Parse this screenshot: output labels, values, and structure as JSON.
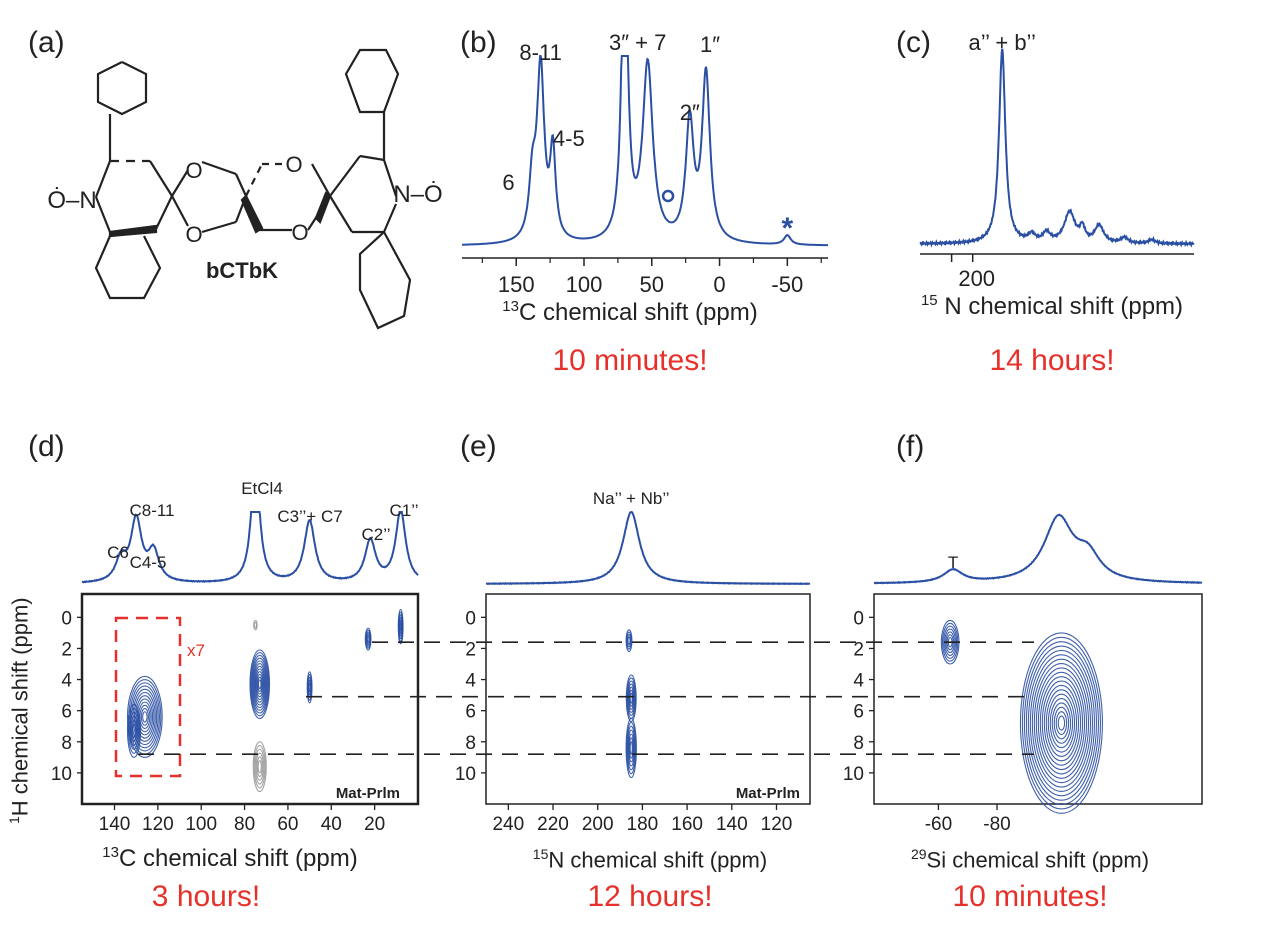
{
  "colors": {
    "trace": "#2a4fa3",
    "red": "#e8302b",
    "black": "#222222",
    "gray": "#9a9a9a"
  },
  "panels": {
    "a": {
      "label": "(a)",
      "compound": "bCTbK",
      "radical_left": "Ȯ–N",
      "radical_right": "N–Ȯ",
      "ring_o": "O"
    },
    "b": {
      "label": "(b)",
      "axis_title": "13C chemical shift (ppm)",
      "axis_sup": "13",
      "axis_rest": "C chemical shift (ppm)",
      "time": "10 minutes!"
    },
    "c": {
      "label": "(c)",
      "axis_sup": "15",
      "axis_rest": " N chemical shift (ppm)",
      "time": "14 hours!"
    },
    "d": {
      "label": "(d)",
      "x_sup": "13",
      "x_rest": "C chemical shift (ppm)",
      "y_sup": "1",
      "y_rest": "H chemical shift (ppm)",
      "time": "3 hours!",
      "sample": "Mat-Prlm",
      "scale": "x7"
    },
    "e": {
      "label": "(e)",
      "x_sup": "15",
      "x_rest": "N chemical shift (ppm)",
      "time": "12 hours!",
      "sample": "Mat-Prlm"
    },
    "f": {
      "label": "(f)",
      "x_sup": "29",
      "x_rest": "Si chemical shift (ppm)",
      "time": "10 minutes!"
    }
  },
  "chart_data": [
    {
      "panel": "b",
      "type": "line",
      "xlabel": "13C chemical shift (ppm)",
      "xlim": [
        190,
        -80
      ],
      "xticks": [
        150,
        100,
        50,
        0,
        -50
      ],
      "peaks": [
        {
          "x": 132,
          "height": 0.91,
          "width": 3.2,
          "label": "8-11"
        },
        {
          "x": 123,
          "height": 0.46,
          "width": 2.5,
          "label": "4-5"
        },
        {
          "x": 138,
          "height": 0.3,
          "width": 3,
          "label": "6"
        },
        {
          "x": 70,
          "height": 1.8,
          "width": 2.5,
          "label": ""
        },
        {
          "x": 53,
          "height": 0.93,
          "width": 4.5,
          "label": "3″ + 7"
        },
        {
          "x": 22,
          "height": 0.62,
          "width": 3.5,
          "label": "2″"
        },
        {
          "x": 10,
          "height": 0.88,
          "width": 3.5,
          "label": "1″"
        },
        {
          "x": -50,
          "height": 0.05,
          "width": 3,
          "label": "*"
        }
      ],
      "marks": [
        {
          "x": 38,
          "symbol": "o"
        },
        {
          "x": -50,
          "symbol": "*"
        }
      ]
    },
    {
      "panel": "c",
      "type": "line",
      "xlabel": "15N chemical shift (ppm)",
      "xticks": [
        200
      ],
      "peaks": [
        {
          "x": 186,
          "height": 1.0,
          "width": 1.8,
          "label": "a’’ + b’’"
        },
        {
          "x": 154,
          "height": 0.16,
          "width": 3,
          "label": ""
        },
        {
          "x": 140,
          "height": 0.09,
          "width": 2.5,
          "label": ""
        }
      ]
    },
    {
      "panel": "d",
      "type": "heatmap",
      "xlabel": "13C chemical shift (ppm)",
      "ylabel": "1H chemical shift (ppm)",
      "xlim": [
        155,
        0
      ],
      "ylim": [
        -1.5,
        12
      ],
      "xticks": [
        140,
        120,
        100,
        80,
        60,
        40,
        20
      ],
      "yticks": [
        0,
        2,
        4,
        6,
        8,
        10
      ],
      "projection_peaks": [
        {
          "x": 137,
          "height": 0.22,
          "width": 3,
          "label": "C6"
        },
        {
          "x": 130,
          "height": 0.62,
          "width": 3,
          "label": "C8-11"
        },
        {
          "x": 122,
          "height": 0.3,
          "width": 3,
          "label": "C4-5"
        },
        {
          "x": 75,
          "height": 1.3,
          "width": 2.2,
          "label": "EtCl4"
        },
        {
          "x": 50,
          "height": 0.62,
          "width": 3,
          "label": "C3’’+ C7"
        },
        {
          "x": 22,
          "height": 0.42,
          "width": 3,
          "label": "C2’’"
        },
        {
          "x": 8,
          "height": 0.72,
          "width": 2.8,
          "label": "C1’’"
        }
      ],
      "contours": [
        {
          "x": 126,
          "y": 6.4,
          "rx": 8,
          "ry": 2.6,
          "color": "trace",
          "rings": 12
        },
        {
          "x": 131,
          "y": 7.3,
          "rx": 3,
          "ry": 1.7,
          "color": "trace",
          "rings": 6
        },
        {
          "x": 73,
          "y": 4.3,
          "rx": 4.5,
          "ry": 2.2,
          "color": "trace",
          "rings": 12
        },
        {
          "x": 50,
          "y": 4.5,
          "rx": 1.1,
          "ry": 1.0,
          "color": "trace",
          "rings": 5
        },
        {
          "x": 23,
          "y": 1.4,
          "rx": 1.3,
          "ry": 0.7,
          "color": "trace",
          "rings": 5
        },
        {
          "x": 8,
          "y": 0.6,
          "rx": 1.1,
          "ry": 1.1,
          "color": "trace",
          "rings": 6
        },
        {
          "x": 73,
          "y": 9.6,
          "rx": 3,
          "ry": 1.6,
          "color": "gray",
          "rings": 6
        },
        {
          "x": 75,
          "y": 0.5,
          "rx": 0.8,
          "ry": 0.3,
          "color": "gray",
          "rings": 2
        }
      ]
    },
    {
      "panel": "e",
      "type": "heatmap",
      "xlabel": "15N chemical shift (ppm)",
      "xlim": [
        250,
        105
      ],
      "ylim": [
        -1.5,
        12
      ],
      "xticks": [
        240,
        220,
        200,
        180,
        160,
        140,
        120
      ],
      "yticks": [
        0,
        2,
        4,
        6,
        8,
        10
      ],
      "projection_peaks": [
        {
          "x": 185,
          "height": 0.9,
          "width": 4.5,
          "label": "Na’’ + Nb’’"
        }
      ],
      "contours": [
        {
          "x": 186,
          "y": 1.5,
          "rx": 1.3,
          "ry": 0.7,
          "color": "trace",
          "rings": 4
        },
        {
          "x": 185,
          "y": 5.2,
          "rx": 2.2,
          "ry": 1.5,
          "color": "trace",
          "rings": 7
        },
        {
          "x": 185,
          "y": 8.4,
          "rx": 2.3,
          "ry": 1.9,
          "color": "trace",
          "rings": 7
        }
      ]
    },
    {
      "panel": "f",
      "type": "heatmap",
      "xlabel": "29Si chemical shift (ppm)",
      "xlim": [
        -38,
        -150
      ],
      "ylim": [
        -1.5,
        12
      ],
      "xticks": [
        -60,
        -80
      ],
      "yticks": [
        0,
        2,
        4,
        6,
        8,
        10
      ],
      "projection_peaks": [
        {
          "x": -65,
          "height": 0.16,
          "width": 4,
          "label": "T"
        },
        {
          "x": -101,
          "height": 0.8,
          "width": 6,
          "label": ""
        },
        {
          "x": -111,
          "height": 0.3,
          "width": 5,
          "label": ""
        }
      ],
      "contours": [
        {
          "x": -64,
          "y": 1.6,
          "rx": 3,
          "ry": 1.4,
          "color": "trace",
          "rings": 7
        },
        {
          "x": -102,
          "y": 6.8,
          "rx": 14,
          "ry": 5.8,
          "color": "trace",
          "rings": 20
        }
      ]
    }
  ]
}
